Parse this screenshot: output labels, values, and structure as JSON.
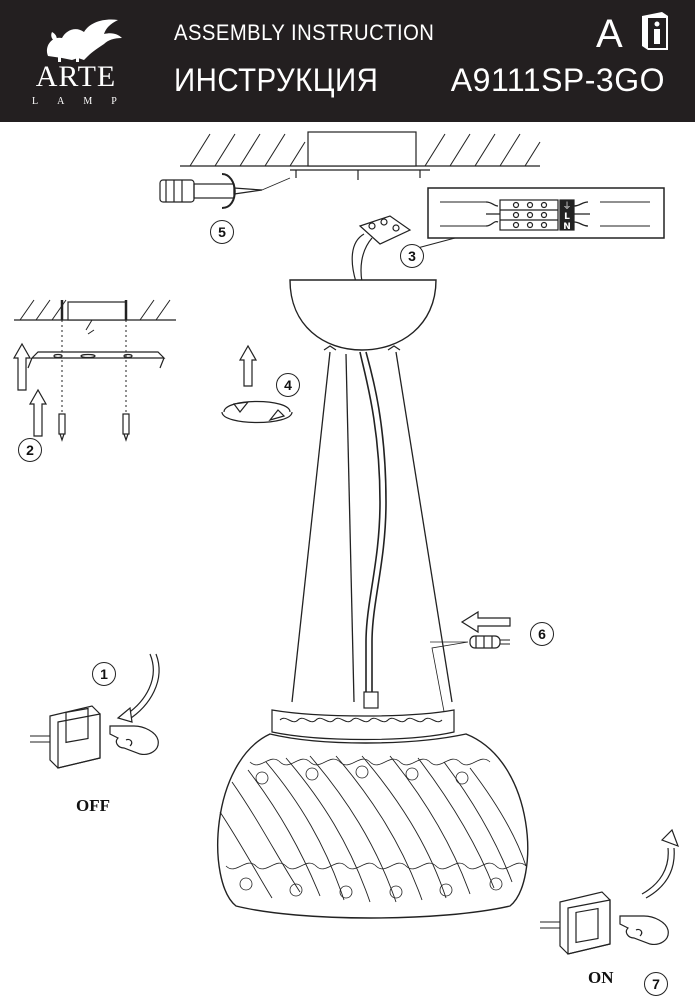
{
  "header": {
    "brand_name": "ARTE",
    "brand_sub": "LAMP",
    "title_en": "ASSEMBLY INSTRUCTION",
    "title_ru": "ИНСТРУКЦИЯ",
    "model": "A9111SP-3GO",
    "language": "A"
  },
  "steps": [
    {
      "number": "1"
    },
    {
      "number": "2"
    },
    {
      "number": "3"
    },
    {
      "number": "4"
    },
    {
      "number": "5"
    },
    {
      "number": "6"
    },
    {
      "number": "7"
    }
  ],
  "terminal_labels": {
    "n": "N",
    "l": "L",
    "earth": "⏚"
  },
  "labels": {
    "off": "OFF",
    "on": "ON"
  },
  "colors": {
    "header_bg": "#231f20",
    "header_text": "#ffffff",
    "line": "#222222"
  }
}
